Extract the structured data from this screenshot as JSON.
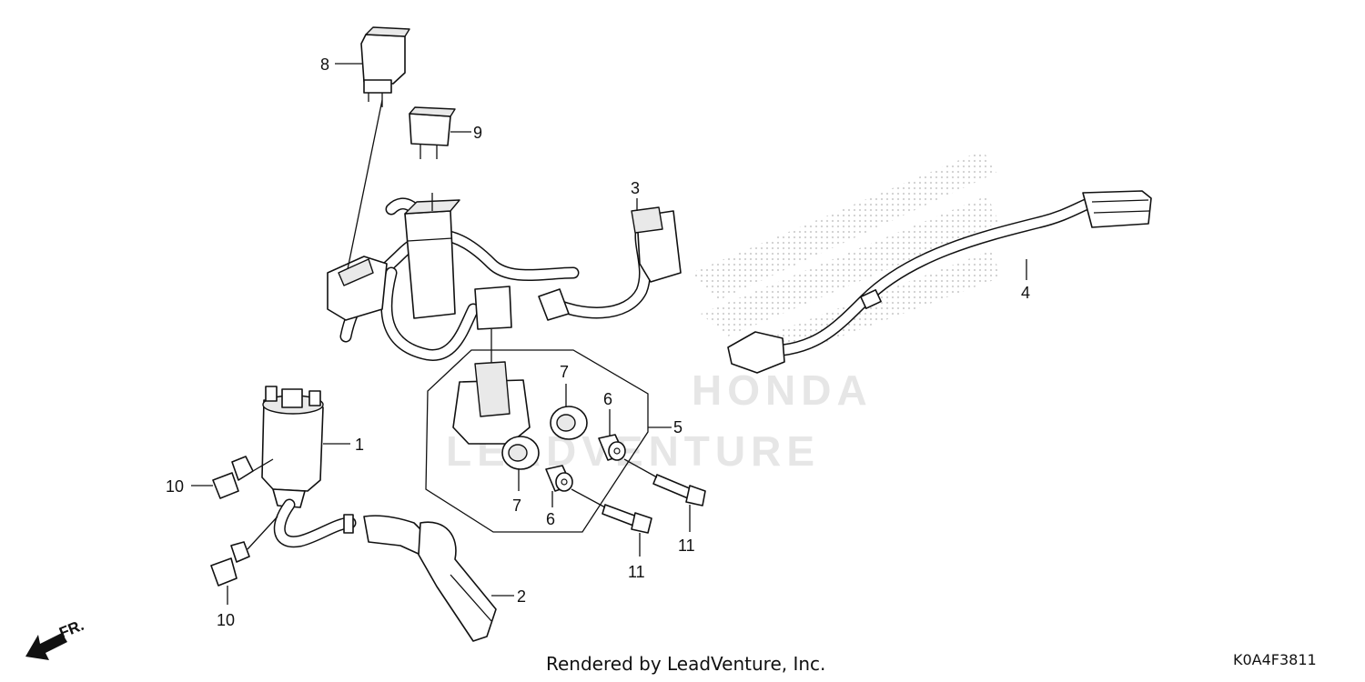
{
  "diagram": {
    "callouts": {
      "c1": "1",
      "c2": "2",
      "c3": "3",
      "c4": "4",
      "c5": "5",
      "c6a": "6",
      "c6b": "6",
      "c7a": "7",
      "c7b": "7",
      "c8": "8",
      "c9": "9",
      "c10a": "10",
      "c10b": "10",
      "c11a": "11",
      "c11b": "11"
    },
    "direction_label": "FR.",
    "watermark_brand": "HONDA",
    "watermark_vendor": "LEADVENTURE"
  },
  "footer": {
    "credit": "Rendered by LeadVenture, Inc.",
    "diagram_code": "K0A4F3811"
  }
}
